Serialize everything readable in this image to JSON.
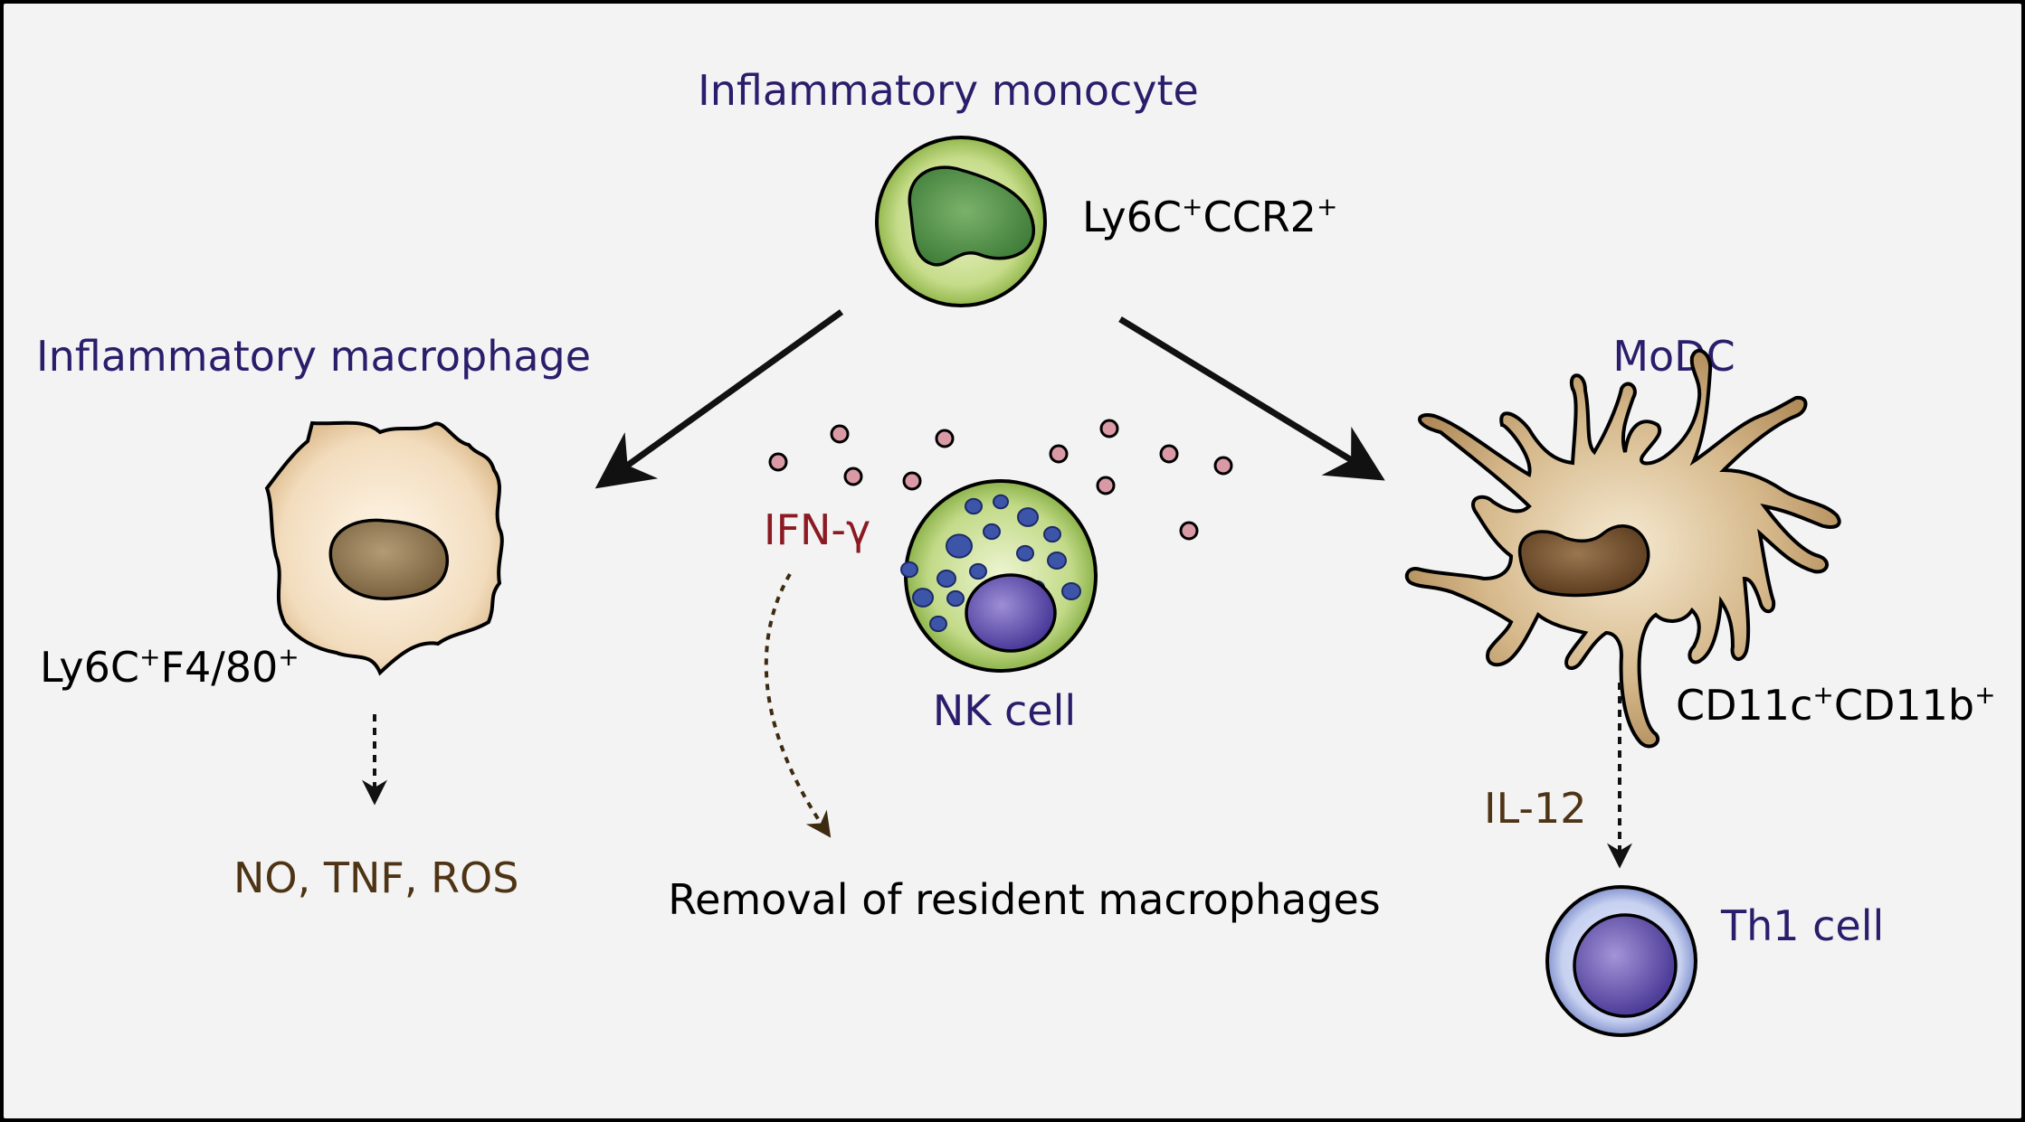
{
  "nodes": {
    "monocyte": {
      "title": "Inflammatory monocyte",
      "marker_a": "Ly6C",
      "sup_a": "+",
      "marker_b": "CCR2",
      "sup_b": "+"
    },
    "macrophage": {
      "title": "Inflammatory macrophage",
      "marker_a": "Ly6C",
      "sup_a": "+",
      "marker_b": "F4/80",
      "sup_b": "+",
      "output": "NO, TNF, ROS"
    },
    "modc": {
      "title": "MoDC",
      "marker_a": "CD11c",
      "sup_a": "+",
      "marker_b": "CD11b",
      "sup_b": "+",
      "cytokine": "IL-12"
    },
    "nk": {
      "title": "NK cell",
      "cytokine": "IFN-γ",
      "outcome": "Removal of resident macrophages"
    },
    "th1": {
      "title": "Th1 cell"
    }
  },
  "colors": {
    "background": "#f3f3f3",
    "title_text": "#2b1d6b",
    "cytokine_text": "#4e3414",
    "ifn_text": "#8b1a22",
    "monocyte_fill": "#b9d37a",
    "macrophage_fill": "#f2dcbd",
    "modc_fill": "#c9a97a",
    "nk_fill": "#a8c96a",
    "granule": "#3d55a8",
    "th1_fill": "#c6d0f0",
    "dot": "#d99aa6"
  }
}
